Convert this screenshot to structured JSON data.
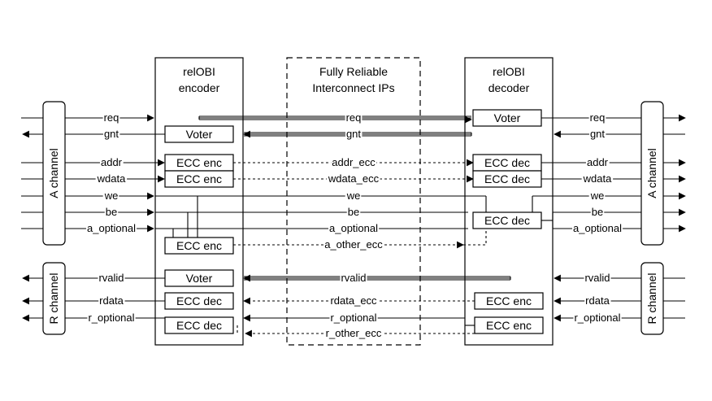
{
  "diagram": {
    "encoder_title": [
      "relOBI",
      "encoder"
    ],
    "decoder_title": [
      "relOBI",
      "decoder"
    ],
    "interconnect_title": [
      "Fully Reliable",
      "Interconnect IPs"
    ],
    "a_channel": "A channel",
    "r_channel": "R channel",
    "blocks": {
      "voter": "Voter",
      "ecc_enc": "ECC enc",
      "ecc_dec": "ECC dec"
    },
    "left_signals": [
      "req",
      "gnt",
      "addr",
      "wdata",
      "we",
      "be",
      "a_optional",
      "rvalid",
      "rdata",
      "r_optional"
    ],
    "right_signals": [
      "req",
      "gnt",
      "addr",
      "wdata",
      "we",
      "be",
      "a_optional",
      "rvalid",
      "rdata",
      "r_optional"
    ],
    "mid_signals": {
      "req": "req",
      "gnt": "gnt",
      "addr_ecc": "addr_ecc",
      "wdata_ecc": "wdata_ecc",
      "we": "we",
      "be": "be",
      "a_optional": "a_optional",
      "a_other_ecc": "a_other_ecc",
      "rvalid": "rvalid",
      "rdata_ecc": "rdata_ecc",
      "r_optional": "r_optional",
      "r_other_ecc": "r_other_ecc"
    }
  }
}
